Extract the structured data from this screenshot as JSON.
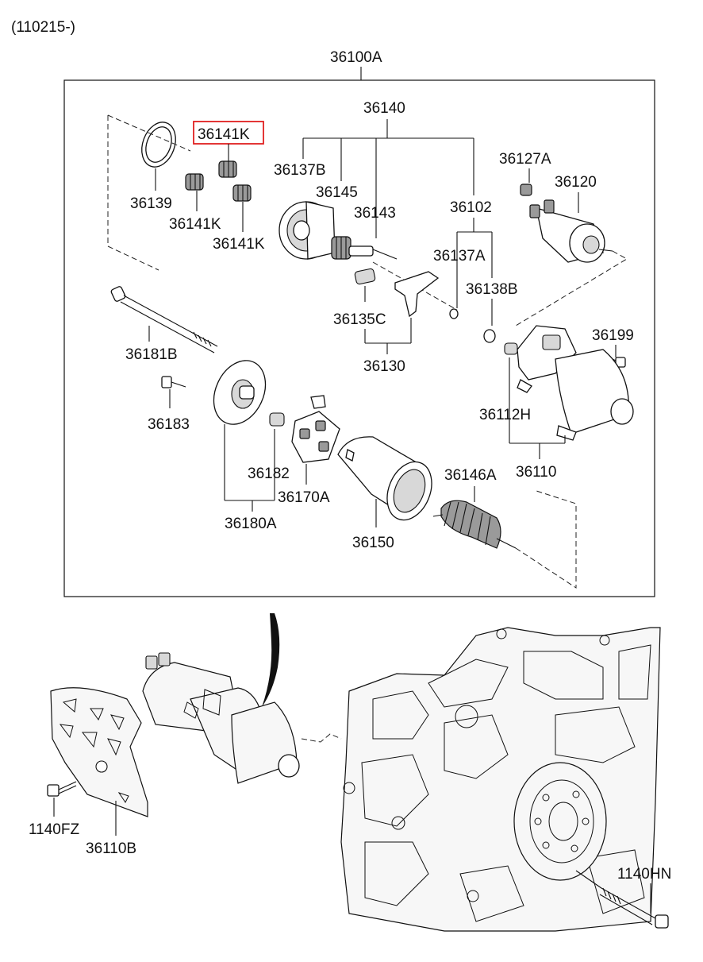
{
  "header": {
    "version_code": "(110215-)"
  },
  "assembly_label": "36100A",
  "highlighted_part": "36141K",
  "highlight_color": "#e02020",
  "parts": {
    "p36140": "36140",
    "p36141K_hl": "36141K",
    "p36139": "36139",
    "p36141K_a": "36141K",
    "p36141K_b": "36141K",
    "p36137B": "36137B",
    "p36145": "36145",
    "p36143": "36143",
    "p36102": "36102",
    "p36127A": "36127A",
    "p36120": "36120",
    "p36137A": "36137A",
    "p36138B": "36138B",
    "p36135C": "36135C",
    "p36130": "36130",
    "p36181B": "36181B",
    "p36199": "36199",
    "p36183": "36183",
    "p36112H": "36112H",
    "p36182": "36182",
    "p36146A": "36146A",
    "p36110": "36110",
    "p36170A": "36170A",
    "p36180A": "36180A",
    "p36150": "36150",
    "p1140FZ": "1140FZ",
    "p36110B": "36110B",
    "p1140HN": "1140HN"
  }
}
